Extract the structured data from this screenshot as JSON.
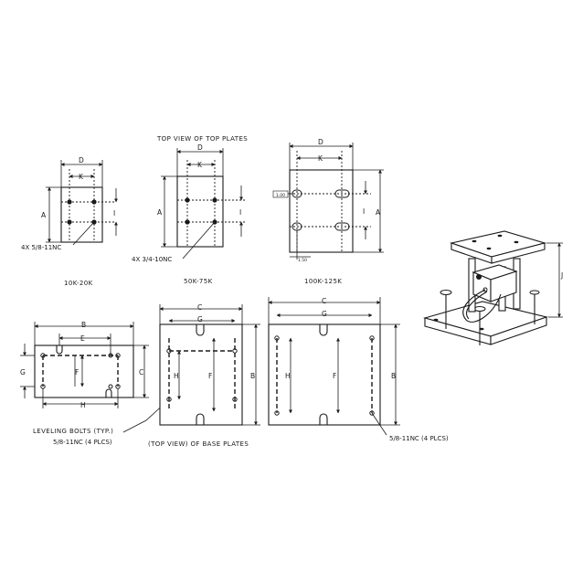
{
  "titles": {
    "top_plates": "TOP VIEW OF TOP PLATES",
    "base_plates": "(TOP VIEW) OF BASE PLATES"
  },
  "models": {
    "small": "10K-20K",
    "medium": "50K-75K",
    "large": "100K-125K"
  },
  "notes": {
    "small_holes": "4X 5/8-11NC",
    "medium_holes": "4X 3/4-10NC",
    "leveling_bolts": "LEVELING BOLTS (TYP.)",
    "base_holes_left": "5/8-11NC (4 PLCS)",
    "base_holes_right": "5/8-11NC (4 PLCS)"
  },
  "dimension_letters": {
    "a": "A",
    "b": "B",
    "c": "C",
    "d": "D",
    "e": "E",
    "f": "F",
    "g": "G",
    "h": "H",
    "i": "I",
    "j": "J",
    "k": "K"
  },
  "slot_dims": {
    "slot_width": "1.00",
    "slot_offset": "1.50"
  }
}
